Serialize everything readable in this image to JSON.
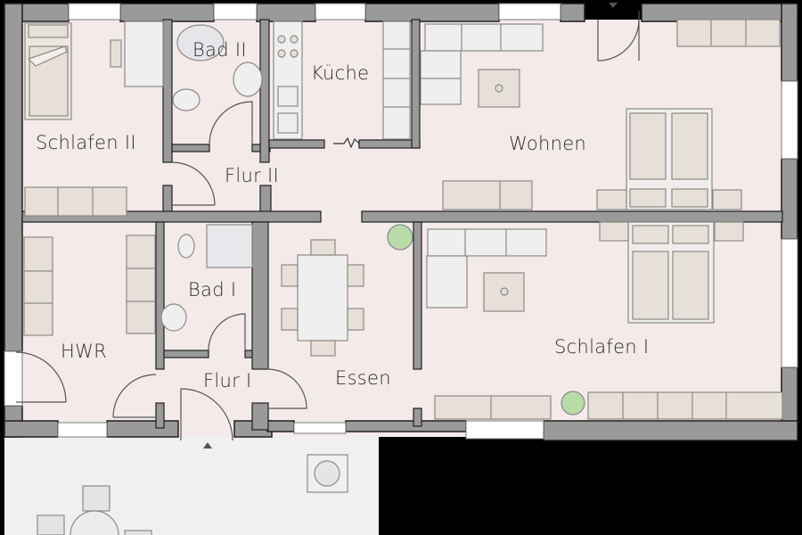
{
  "plan": {
    "colors": {
      "background": "#000000",
      "wall": "#9a9a9a",
      "wall_outline": "#1e1e1e",
      "floor": "#f4eaea",
      "terrace": "#f0f0f0",
      "furniture_fill": "#e6e0d8",
      "furniture_light": "#efefef",
      "furniture_stroke": "#8d8a85",
      "plant": "#b9dba8",
      "text": "#2f2f2f"
    },
    "rooms": [
      {
        "id": "schlafen2",
        "label": "Schlafen II"
      },
      {
        "id": "bad2",
        "label": "Bad II"
      },
      {
        "id": "kueche",
        "label": "Küche"
      },
      {
        "id": "wohnen",
        "label": "Wohnen"
      },
      {
        "id": "flur2",
        "label": "Flur II"
      },
      {
        "id": "hwr",
        "label": "HWR"
      },
      {
        "id": "bad1",
        "label": "Bad I"
      },
      {
        "id": "flur1",
        "label": "Flur I"
      },
      {
        "id": "essen",
        "label": "Essen"
      },
      {
        "id": "schlafen1",
        "label": "Schlafen I"
      }
    ]
  }
}
